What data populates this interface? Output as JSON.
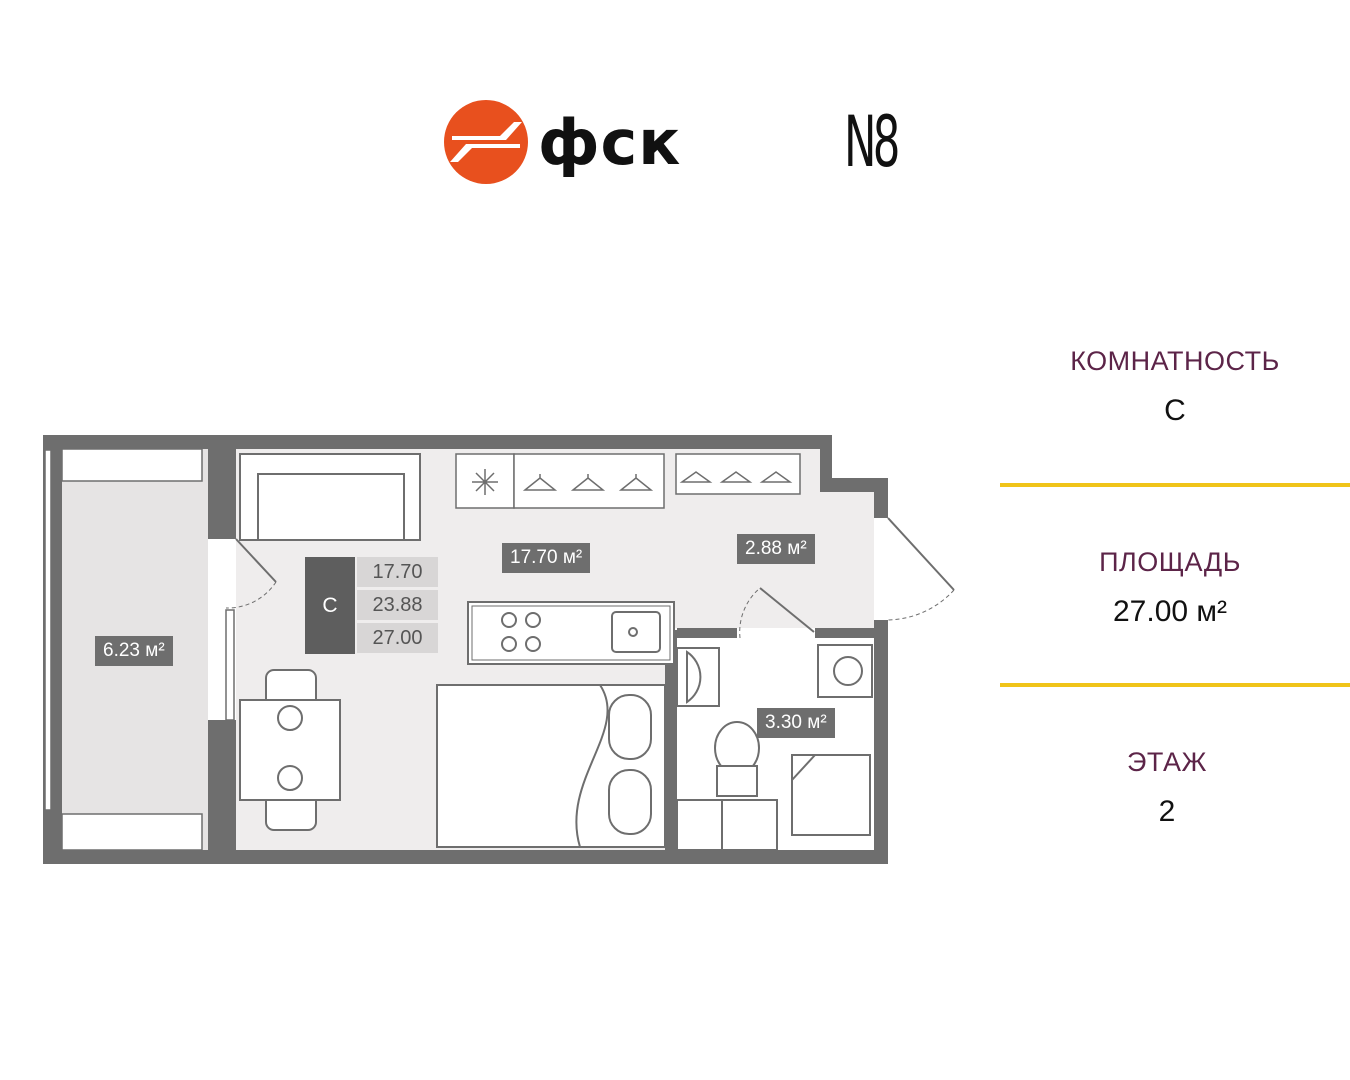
{
  "brand": {
    "name": "фск",
    "project": "N8",
    "accent": "#e8501e"
  },
  "plan": {
    "balcony_area": "6.23 м²",
    "room_area": "17.70 м²",
    "hall_area": "2.88 м²",
    "bath_area": "3.30 м²",
    "legend": {
      "type": "С",
      "living": "17.70",
      "total_no_balcony": "23.88",
      "total": "27.00"
    }
  },
  "info": {
    "rooms_label": "КОМНАТНОСТЬ",
    "rooms_value": "С",
    "area_label": "ПЛОЩАДЬ",
    "area_value": "27.00 м²",
    "floor_label": "ЭТАЖ",
    "floor_value": "2"
  },
  "colors": {
    "label": "#5c2448",
    "divider": "#f0c419",
    "wall": "#6e6e6e",
    "floor": "#efeded"
  }
}
